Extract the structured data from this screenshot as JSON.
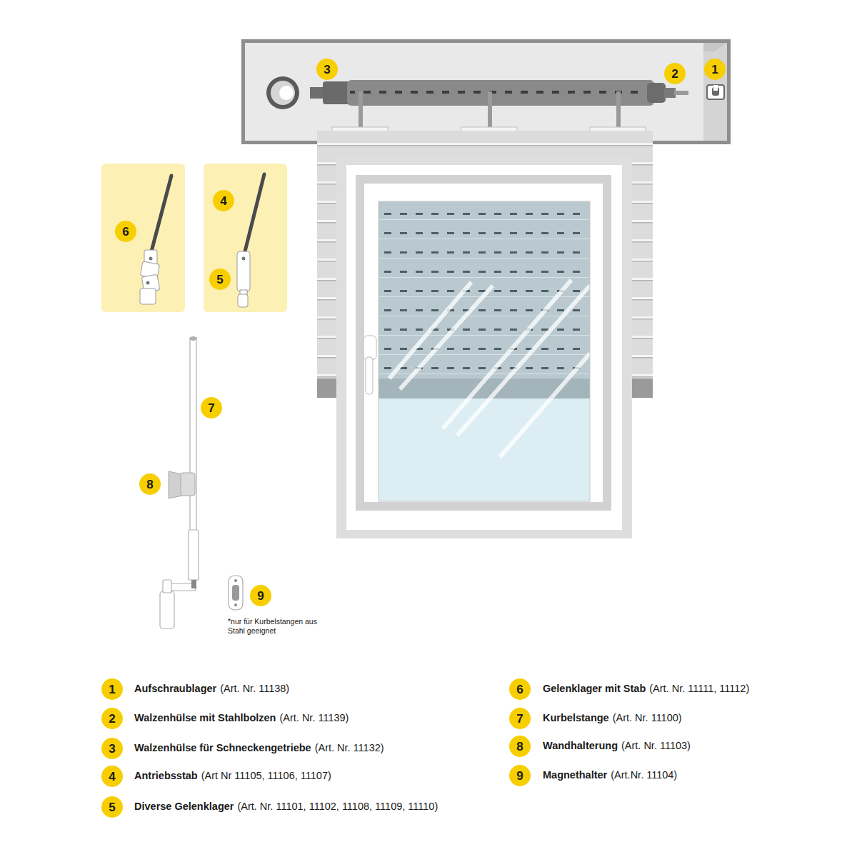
{
  "diagram": {
    "nodes": [
      {
        "text": [
          "3"
        ]
      },
      {
        "text": [
          "2"
        ]
      },
      {
        "text": [
          "1"
        ]
      },
      {
        "text": [
          "6"
        ]
      },
      {
        "text": [
          "4"
        ]
      },
      {
        "text": [
          "5"
        ]
      },
      {
        "text": [
          "7"
        ]
      },
      {
        "text": [
          "8"
        ]
      },
      {
        "text": [
          "9"
        ]
      },
      {
        "text": [
          "1"
        ]
      },
      {
        "text": [
          "2"
        ]
      },
      {
        "text": [
          "3"
        ]
      },
      {
        "text": [
          "4"
        ]
      },
      {
        "text": [
          "5"
        ]
      },
      {
        "text": [
          "6"
        ]
      },
      {
        "text": [
          "7"
        ]
      },
      {
        "text": [
          "8"
        ]
      },
      {
        "text": [
          "9"
        ]
      }
    ],
    "labels": [
      "Aufschraublager",
      "(Art. Nr. 11138)",
      "Walzenhülse mit Stahlbolzen",
      "(Art. Nr. 11139)",
      "Walzenhülse für Schneckengetriebe",
      "(Art. Nr. 11132)",
      "Antriebsstab",
      "(Art Nr 11105, 11106, 11107)",
      "Diverse Gelenklager",
      "(Art. Nr. 11101, 11102, 11108, 11109, 11110)",
      "Gelenklager mit Stab",
      "(Art. Nr. 11111, 11112)",
      "Kurbelstange",
      "(Art. Nr. 11100)",
      "Wandhalterung",
      "(Art. Nr. 11103)",
      "Magnethalter",
      "(Art.Nr. 11104)",
      "*nur für Kurbelstangen aus Stahl geeignet"
    ]
  }
}
